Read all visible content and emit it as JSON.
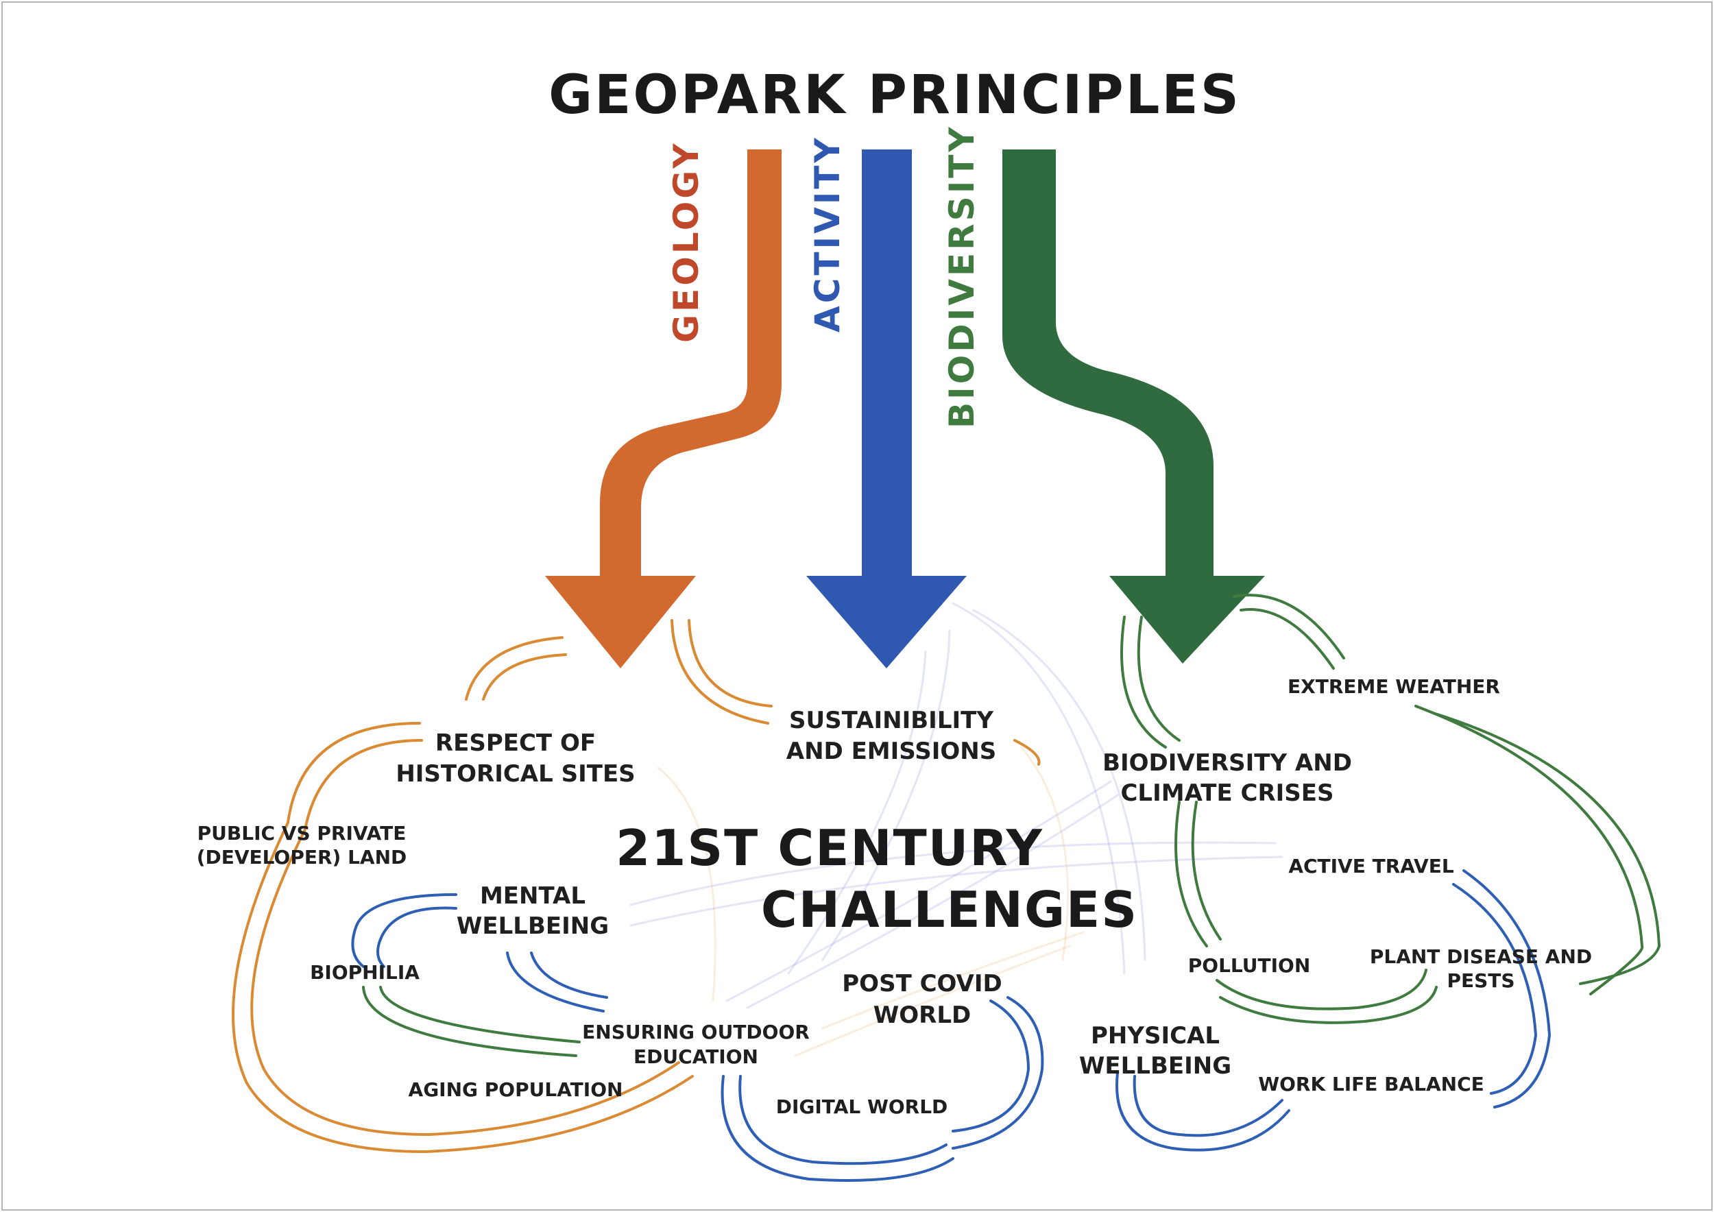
{
  "title": "GEOPARK PRINCIPLES",
  "center_title": {
    "line1": "21ST CENTURY",
    "line2": "CHALLENGES"
  },
  "principles": [
    {
      "label": "GEOLOGY",
      "color": "#d2692f",
      "label_color": "#c0482a"
    },
    {
      "label": "ACTIVITY",
      "color": "#2f58b0",
      "label_color": "#2f58b0"
    },
    {
      "label": "BIODIVERSITY",
      "color": "#2f6b3f",
      "label_color": "#3f7a3f"
    }
  ],
  "challenges": {
    "respect_historical": [
      "RESPECT OF",
      "HISTORICAL SITES"
    ],
    "sustainability": [
      "SUSTAINIBILITY",
      "AND EMISSIONS"
    ],
    "biodiversity_climate": [
      "BIODIVERSITY AND",
      "CLIMATE CRISES"
    ],
    "extreme_weather": "EXTREME WEATHER",
    "public_private": [
      "PUBLIC VS PRIVATE",
      "(DEVELOPER) LAND"
    ],
    "mental_wellbeing": [
      "MENTAL",
      "WELLBEING"
    ],
    "biophilia": "BIOPHILIA",
    "active_travel": "ACTIVE TRAVEL",
    "pollution": "POLLUTION",
    "plant_disease": [
      "PLANT DISEASE AND",
      "PESTS"
    ],
    "post_covid": [
      "POST COVID",
      "WORLD"
    ],
    "outdoor_education": [
      "ENSURING OUTDOOR",
      "EDUCATION"
    ],
    "physical_wellbeing": [
      "PHYSICAL",
      "WELLBEING"
    ],
    "aging_population": "AGING POPULATION",
    "digital_world": "DIGITAL WORLD",
    "work_life_balance": "WORK LIFE BALANCE"
  },
  "colors": {
    "orange": "#d98a33",
    "blue": "#2f5fb5",
    "green": "#3f7a3f",
    "faint_blue": "#9fa3e0",
    "faint_orange": "#f0c08a"
  }
}
